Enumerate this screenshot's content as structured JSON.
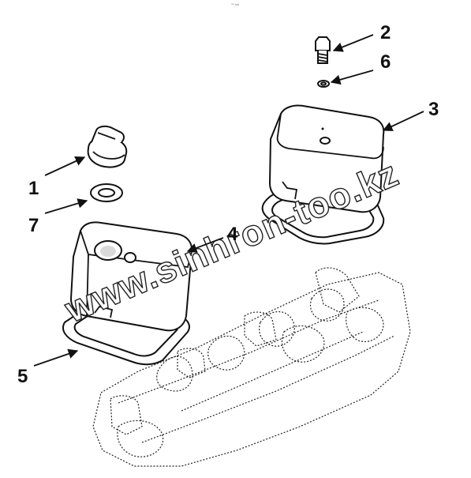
{
  "diagram": {
    "top_mark": "™ sm",
    "watermark": "www.sinhron-too.kz",
    "callouts": [
      {
        "id": "1",
        "label": "1"
      },
      {
        "id": "2",
        "label": "2"
      },
      {
        "id": "3",
        "label": "3"
      },
      {
        "id": "4",
        "label": "4"
      },
      {
        "id": "5",
        "label": "5"
      },
      {
        "id": "6",
        "label": "6"
      },
      {
        "id": "7",
        "label": "7"
      }
    ]
  }
}
